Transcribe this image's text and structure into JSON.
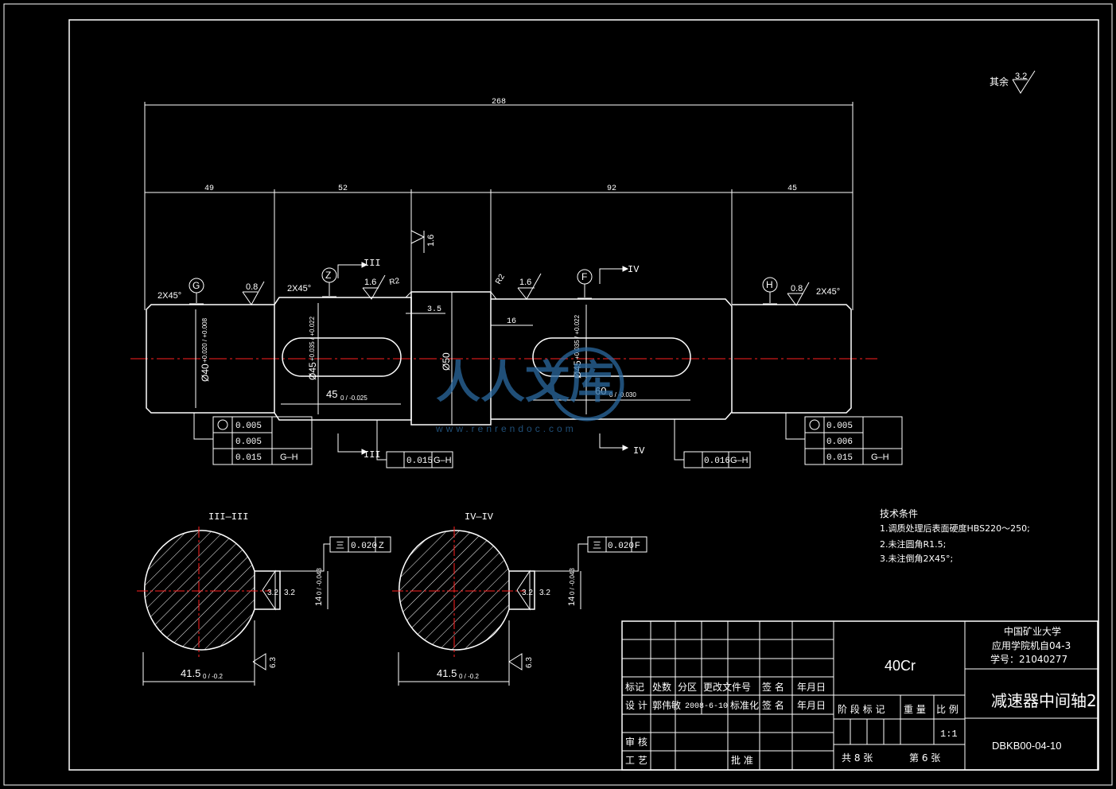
{
  "colors": {
    "background": "#000000",
    "line": "#ffffff",
    "centerline": "#ff2020",
    "watermark": "#2b6aa0"
  },
  "surface_finish_other": {
    "label": "其余",
    "value": "3.2"
  },
  "dimensions": {
    "overall": "268",
    "seg1": "49",
    "seg2": "52",
    "seg3": "92",
    "seg4": "45",
    "collar_width": "3.5",
    "key_offset": "16",
    "dia_left": "Ø40",
    "dia_left_tol": "+0.020 / +0.008",
    "dia_key1": "Ø45",
    "dia_key1_tol": "+0.035 / +0.022",
    "dia_collar": "Ø50",
    "dia_key2": "Ø45",
    "dia_key2_tol": "+0.035 / +0.022",
    "key1_len": "45",
    "key1_tol": "0 / -0.025",
    "key2_len": "60",
    "key2_tol": "0 / -0.030",
    "chamfer": "2X45°",
    "radius": "R2"
  },
  "datums": {
    "g": "G",
    "z": "Z",
    "f": "F",
    "h": "H"
  },
  "finishes": {
    "a": "0.8",
    "b": "1.6",
    "c": "1.6",
    "d": "1.6",
    "e": "0.8",
    "sec": "3.2",
    "sec_small": "6.3"
  },
  "section_marks": {
    "s3": "III",
    "s4": "IV"
  },
  "tolerance_frames": {
    "left": {
      "roundness": "0.005",
      "cylindricity": "0.005",
      "runout": "0.015",
      "datum": "G–H"
    },
    "mid1": {
      "runout": "0.015",
      "datum": "G–H"
    },
    "mid2": {
      "runout": "0.016",
      "datum": "G–H"
    },
    "right": {
      "roundness": "0.005",
      "cylindricity": "0.006",
      "runout": "0.015",
      "datum": "G–H"
    }
  },
  "sections": {
    "s3": {
      "title": "III—III",
      "sym": "0.020",
      "datum": "Z",
      "width": "41.5",
      "width_tol": "0 / -0.2",
      "key": "14",
      "key_tol": "0 / -0.043"
    },
    "s4": {
      "title": "IV—IV",
      "sym": "0.020",
      "datum": "F",
      "width": "41.5",
      "width_tol": "0 / -0.2",
      "key": "14",
      "key_tol": "0 / -0.043"
    }
  },
  "tech_notes": {
    "title": "技术条件",
    "lines": [
      "1.调质处理后表面硬度HBS220～250;",
      "2.未注圆角R1.5;",
      "3.未注倒角2X45°;"
    ]
  },
  "title_block": {
    "material": "40Cr",
    "university": "中国矿业大学",
    "class_line": "应用学院机自04-3",
    "student": "学号：21040277",
    "part_name": "减速器中间轴2",
    "drawing_no": "DBKB00-04-10",
    "headers": [
      "标记",
      "处数",
      "分区",
      "更改文件号",
      "签 名",
      "年月日"
    ],
    "design_row": [
      "设 计",
      "郭伟敏",
      "2008-6-10",
      "标准化",
      "签 名",
      "年月日"
    ],
    "stage_row": [
      "阶 段 标 记",
      "重 量",
      "比 例"
    ],
    "scale": "1:1",
    "review": "审 核",
    "process": "工 艺",
    "approve": "批 准",
    "sheets": "共 8 张",
    "sheet_no": "第 6 张"
  },
  "watermark": {
    "text": "人人文库",
    "url": "www.renrendoc.com"
  }
}
